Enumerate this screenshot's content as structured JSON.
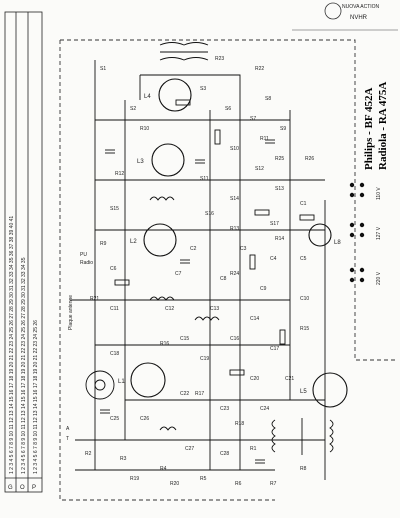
{
  "stamp": {
    "line1": "NUOVA ACTION",
    "line2": "NVHR"
  },
  "titles": {
    "philips": "Philips - BF 452A",
    "radiola": "Radiola - RA 475A"
  },
  "table": {
    "row_labels": [
      "G",
      "O",
      "P"
    ],
    "rows": [
      "1 2 3 4 5 6 7 8 9 10 11 12 13 14 15 16 17 18 19 20 21 22 23 24 25 26 27 28 29 30 31 32 33 34 35 36 37 38 39 40 41",
      "1 2 3 4 5 6 7 8 9 10 11 12 13 14 15 16 17 18 19 20 21 22 23 24 25 26 27 28 29 30 31 32 33 34 35",
      "1 2 3 4 5 6 7 8 9 10 11 12 13 14 15 16 17 18 19 20 21 22 23 24 25 26"
    ]
  },
  "tubes": {
    "L1": "L1",
    "L2": "L2",
    "L3": "L3",
    "L4": "L4",
    "L5": "L5",
    "L8": "L8"
  },
  "labels": {
    "plaque": "Plaque antenne",
    "pu": "PU",
    "radio": "Radio",
    "a": "A",
    "t": "T"
  },
  "components": [
    "S1",
    "S2",
    "S3",
    "S6",
    "S7",
    "S8",
    "S9",
    "S10",
    "S11",
    "S12",
    "S13",
    "S14",
    "S15",
    "S16",
    "S17",
    "C1",
    "C2",
    "C3",
    "C4",
    "C5",
    "C6",
    "C7",
    "C8",
    "C9",
    "C10",
    "C11",
    "C12",
    "C13",
    "C14",
    "C15",
    "C16",
    "C17",
    "C18",
    "C19",
    "C20",
    "C21",
    "C22",
    "C23",
    "C24",
    "C25",
    "C26",
    "C27",
    "C28",
    "R1",
    "R2",
    "R3",
    "R4",
    "R5",
    "R6",
    "R7",
    "R8",
    "R9",
    "R10",
    "R11",
    "R12",
    "R13",
    "R14",
    "R15",
    "R16",
    "R17",
    "R18",
    "R19",
    "R20",
    "R21",
    "R22",
    "R23",
    "R24",
    "R25",
    "R26"
  ],
  "voltage_labels": [
    "110 V",
    "127 V",
    "220 V"
  ]
}
